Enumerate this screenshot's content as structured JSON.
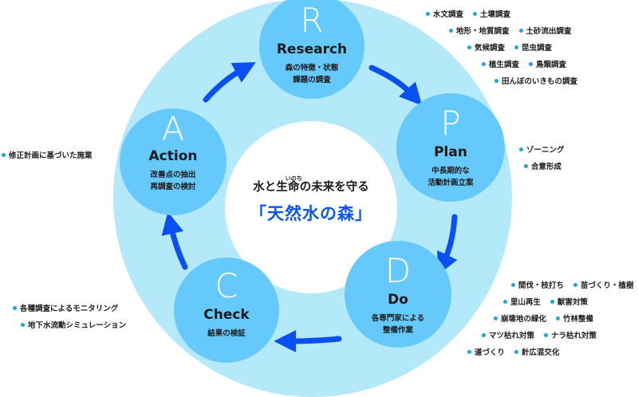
{
  "center": {
    "headline_before": "水と生",
    "headline_ruby_base": "命",
    "headline_ruby_text": "いのち",
    "headline_after": "の未来を守る",
    "slogan": "「天然水の森」"
  },
  "cycle": [
    {
      "id": "R",
      "letter": "R",
      "title": "Research",
      "desc": [
        "森の特徴・状態",
        "課題の調査"
      ]
    },
    {
      "id": "P",
      "letter": "P",
      "title": "Plan",
      "desc": [
        "中長期的な",
        "活動計画立案"
      ]
    },
    {
      "id": "D",
      "letter": "D",
      "title": "Do",
      "desc": [
        "各専門家による",
        "整備作業"
      ]
    },
    {
      "id": "C",
      "letter": "C",
      "title": "Check",
      "desc": [
        "結果の検証"
      ]
    },
    {
      "id": "A",
      "letter": "A",
      "title": "Action",
      "desc": [
        "改善点の抽出",
        "再調査の検討"
      ]
    }
  ],
  "bullets": {
    "research": [
      [
        "水文調査",
        "土壌調査"
      ],
      [
        "地形・地質調査",
        "土砂流出調査"
      ],
      [
        "気候調査",
        "昆虫調査"
      ],
      [
        "植生調査",
        "鳥類調査"
      ],
      [
        "田んぼのいきもの調査"
      ]
    ],
    "plan": [
      [
        "ゾーニング"
      ],
      [
        "合意形成"
      ]
    ],
    "do": [
      [
        "間伐・枝打ち",
        "苗づくり・植樹"
      ],
      [
        "里山再生",
        "獣害対策"
      ],
      [
        "崩壊地の緑化",
        "竹林整備"
      ],
      [
        "マツ枯れ対策",
        "ナラ枯れ対策"
      ],
      [
        "道づくり",
        "針広混交化"
      ]
    ],
    "check": [
      [
        "各種調査によるモニタリング"
      ],
      [
        "地下水流動シミュレーション"
      ]
    ],
    "action": [
      [
        "修正計画に基づいた施業"
      ]
    ]
  },
  "colors": {
    "ring": "#b3e9f9",
    "node": "#66c9fb",
    "arrow": "#0a4ff0",
    "slogan": "#0a55ee",
    "bullet_dot": "#1aa6e0"
  }
}
